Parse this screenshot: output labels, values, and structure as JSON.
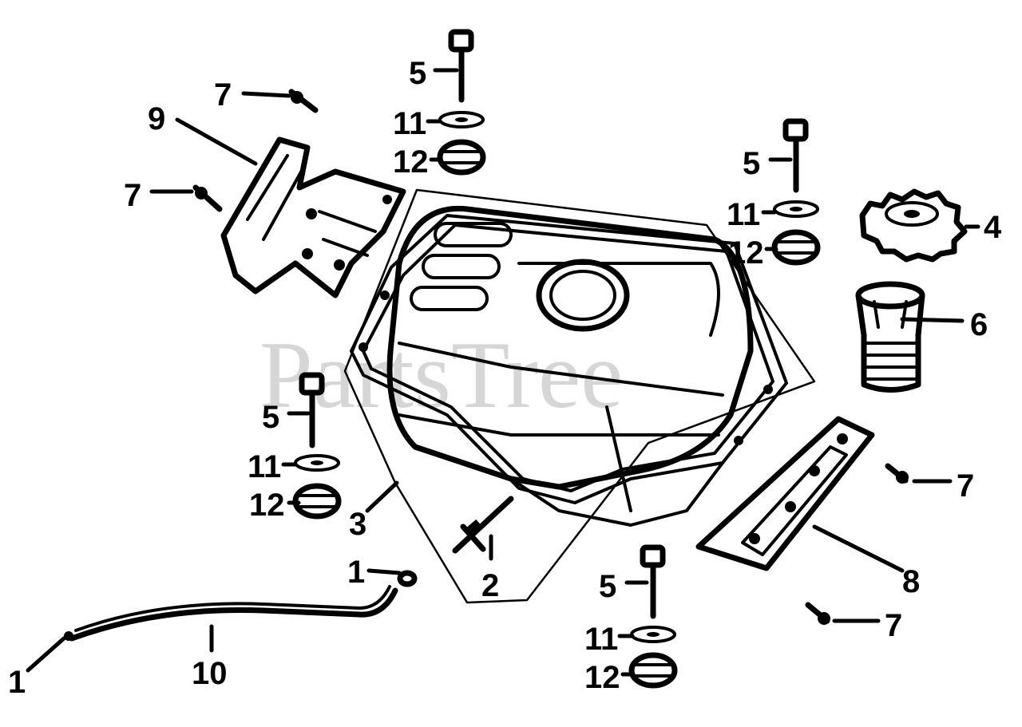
{
  "watermark": "PartsTree",
  "callouts": {
    "c1a": "1",
    "c1b": "1",
    "c2": "2",
    "c3": "3",
    "c4": "4",
    "c5a": "5",
    "c5b": "5",
    "c5c": "5",
    "c5d": "5",
    "c6": "6",
    "c7a": "7",
    "c7b": "7",
    "c7c": "7",
    "c7d": "7",
    "c8": "8",
    "c9": "9",
    "c10": "10",
    "c11a": "11",
    "c11b": "11",
    "c11c": "11",
    "c11d": "11",
    "c12a": "12",
    "c12b": "12",
    "c12c": "12",
    "c12d": "12"
  }
}
